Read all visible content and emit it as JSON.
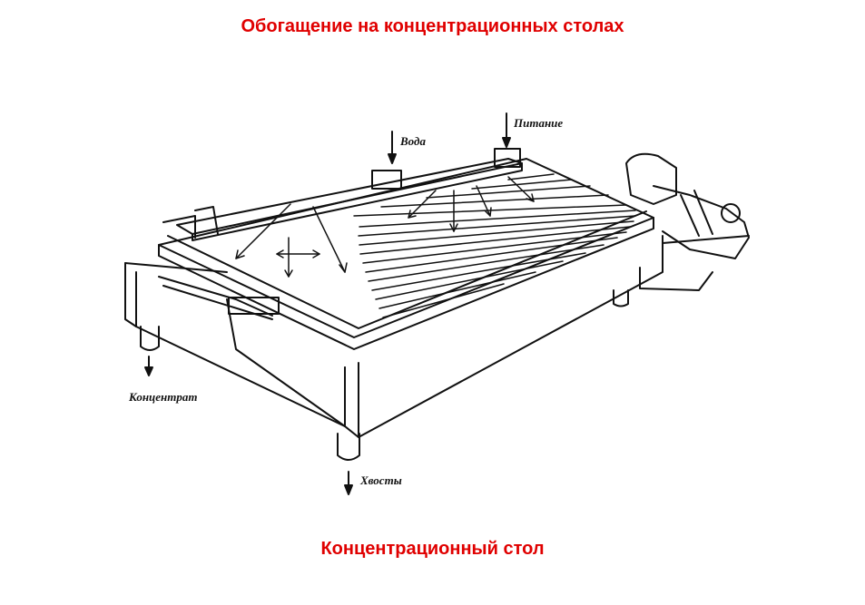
{
  "header": {
    "title": "Обогащение на концентрационных столах"
  },
  "diagram": {
    "labels": {
      "water": "Вода",
      "feed": "Питание",
      "concentrate": "Концентрат",
      "tailings": "Хвосты"
    }
  },
  "footer": {
    "caption": "Концентрационный стол"
  }
}
